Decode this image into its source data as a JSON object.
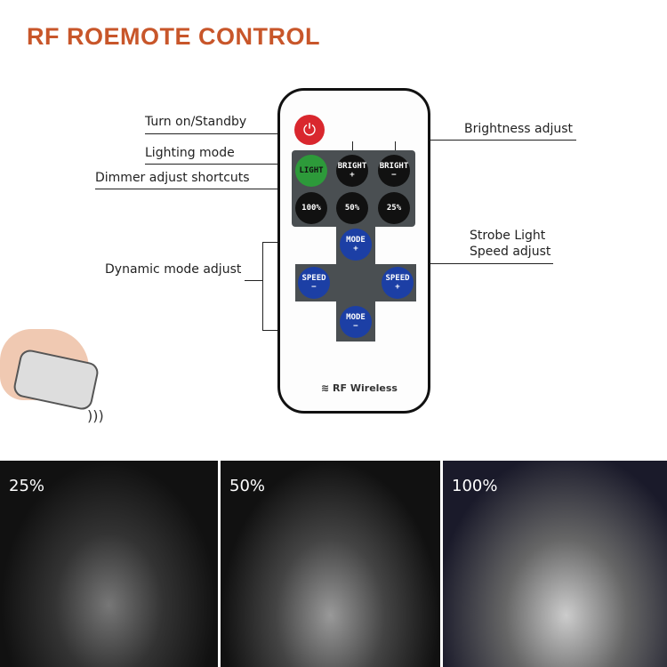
{
  "title": "RF ROEMOTE CONTROL",
  "labels": {
    "power": "Turn on/Standby",
    "lighting": "Lighting mode",
    "dimmer": "Dimmer adjust shortcuts",
    "dynamic": "Dynamic mode adjust",
    "brightness": "Brightness adjust",
    "strobe1": "Strobe Light",
    "strobe2": "Speed adjust"
  },
  "buttons": {
    "light": "LIGHT",
    "bright_plus": [
      "BRIGHT",
      "+"
    ],
    "bright_minus": [
      "BRIGHT",
      "−"
    ],
    "p100": "100%",
    "p50": "50%",
    "p25": "25%",
    "mode_plus": [
      "MODE",
      "+"
    ],
    "mode_minus": [
      "MODE",
      "−"
    ],
    "speed_minus": [
      "SPEED",
      "−"
    ],
    "speed_plus": [
      "SPEED",
      "+"
    ]
  },
  "brand": "RF Wireless",
  "photos": [
    "25%",
    "50%",
    "100%"
  ],
  "colors": {
    "title": "#c8562a",
    "power": "#d9272e",
    "light": "#2d9a3a",
    "blue": "#1c3fa5"
  }
}
